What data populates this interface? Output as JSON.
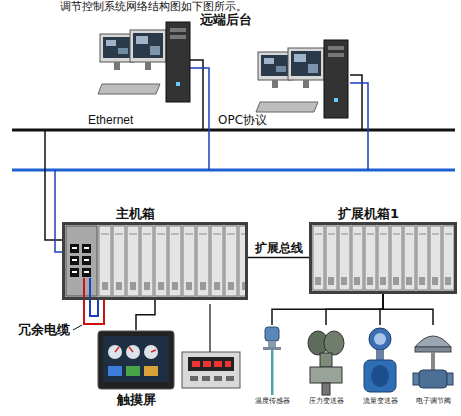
{
  "diagram": {
    "nodes": [
      {
        "text": [
          "主机箱"
        ]
      },
      {
        "text": [
          "扩展机箱1"
        ]
      },
      {
        "text": [
          "触摸屏"
        ]
      },
      {
        "text": [
          "温度传感器"
        ]
      },
      {
        "text": [
          "压力变送器"
        ]
      },
      {
        "text": [
          "流量变送器"
        ]
      },
      {
        "text": [
          "电子调节阀"
        ]
      }
    ],
    "edges": [
      {
        "from": 0,
        "to": 1,
        "label": "扩展总线",
        "arrow": "none"
      },
      {
        "from": 0,
        "to": 2,
        "arrow": "none"
      },
      {
        "from": 1,
        "to": 3,
        "arrow": "none"
      },
      {
        "from": 1,
        "to": 4,
        "arrow": "none"
      },
      {
        "from": 1,
        "to": 5,
        "arrow": "none"
      },
      {
        "from": 1,
        "to": 6,
        "arrow": "none"
      }
    ],
    "labels": [
      "调节控制系统网络结构图如下图所示。",
      "远端后台",
      "Ethernet",
      "OPC协议",
      "冗余电缆"
    ]
  }
}
